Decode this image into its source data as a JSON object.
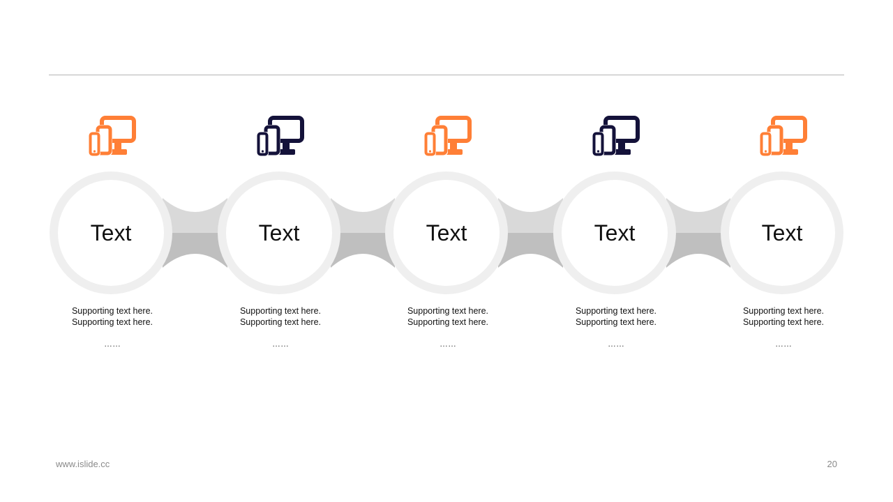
{
  "colors": {
    "orange": "#FF7F36",
    "navy": "#14123A"
  },
  "steps": [
    {
      "label": "Text",
      "support1": "Supporting  text here.",
      "support2": "Supporting  text here.",
      "ellipsis": "……",
      "icon": "devices-icon",
      "color": "#FF7F36"
    },
    {
      "label": "Text",
      "support1": "Supporting  text here.",
      "support2": "Supporting  text here.",
      "ellipsis": "……",
      "icon": "devices-icon",
      "color": "#14123A"
    },
    {
      "label": "Text",
      "support1": "Supporting  text here.",
      "support2": "Supporting  text here.",
      "ellipsis": "……",
      "icon": "devices-icon",
      "color": "#FF7F36"
    },
    {
      "label": "Text",
      "support1": "Supporting  text here.",
      "support2": "Supporting  text here.",
      "ellipsis": "……",
      "icon": "devices-icon",
      "color": "#14123A"
    },
    {
      "label": "Text",
      "support1": "Supporting  text here.",
      "support2": "Supporting  text here.",
      "ellipsis": "……",
      "icon": "devices-icon",
      "color": "#FF7F36"
    }
  ],
  "footer": {
    "site": "www.islide.cc",
    "page_number": "20"
  }
}
